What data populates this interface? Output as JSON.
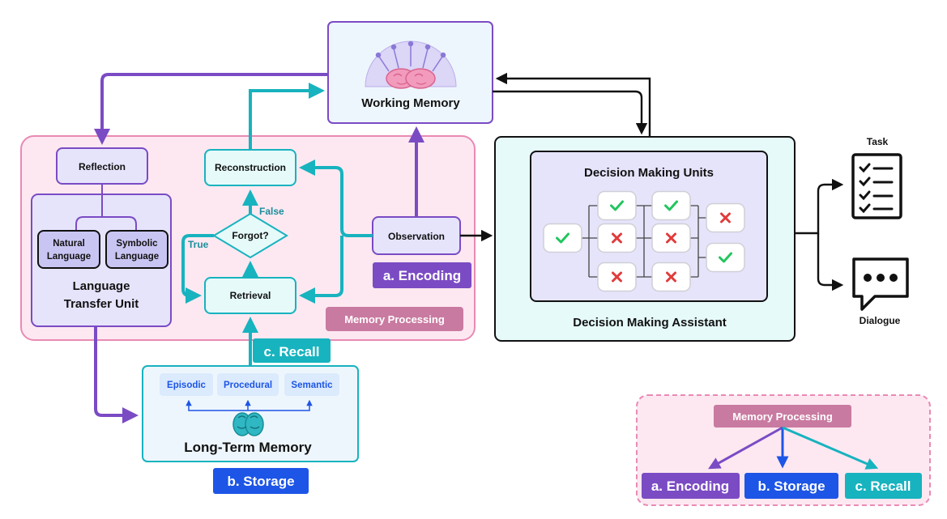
{
  "colors": {
    "purple": "#7b4bc4",
    "teal": "#17b3bf",
    "blue": "#1d55e6",
    "pink_fill": "#fde8f1",
    "pink_stroke": "#e98ab4",
    "memproc_badge": "#c97aa0",
    "lavender_fill": "#e6e4fb",
    "mint_fill": "#e6fafa",
    "lightblue_fill": "#eef6fd",
    "check_green": "#22c55e",
    "cross_red": "#e23b3b"
  },
  "working_memory": {
    "label": "Working Memory",
    "icon": "brain-circuit-icon"
  },
  "language_unit": {
    "reflection": "Reflection",
    "natural_1": "Natural",
    "natural_2": "Language",
    "symbolic_1": "Symbolic",
    "symbolic_2": "Language",
    "title_1": "Language",
    "title_2": "Transfer Unit"
  },
  "processing": {
    "reconstruction": "Reconstruction",
    "forgot": "Forgot?",
    "true_label": "True",
    "false_label": "False",
    "retrieval": "Retrieval",
    "observation": "Observation",
    "memory_processing": "Memory Processing"
  },
  "badges": {
    "encoding": "a. Encoding",
    "storage": "b. Storage",
    "recall": "c. Recall"
  },
  "long_term_memory": {
    "label": "Long-Term Memory",
    "types": [
      "Episodic",
      "Procedural",
      "Semantic"
    ],
    "icon": "brain-icon"
  },
  "decision": {
    "units_title": "Decision Making Units",
    "assistant_title": "Decision Making Assistant",
    "column_1": [
      "check"
    ],
    "column_2": [
      "check",
      "cross",
      "cross"
    ],
    "column_3": [
      "check",
      "cross",
      "cross"
    ],
    "column_4": [
      "cross",
      "check"
    ]
  },
  "outputs": {
    "task": "Task",
    "dialogue": "Dialogue"
  },
  "legend": {
    "title": "Memory Processing",
    "items": [
      "a. Encoding",
      "b. Storage",
      "c. Recall"
    ]
  }
}
